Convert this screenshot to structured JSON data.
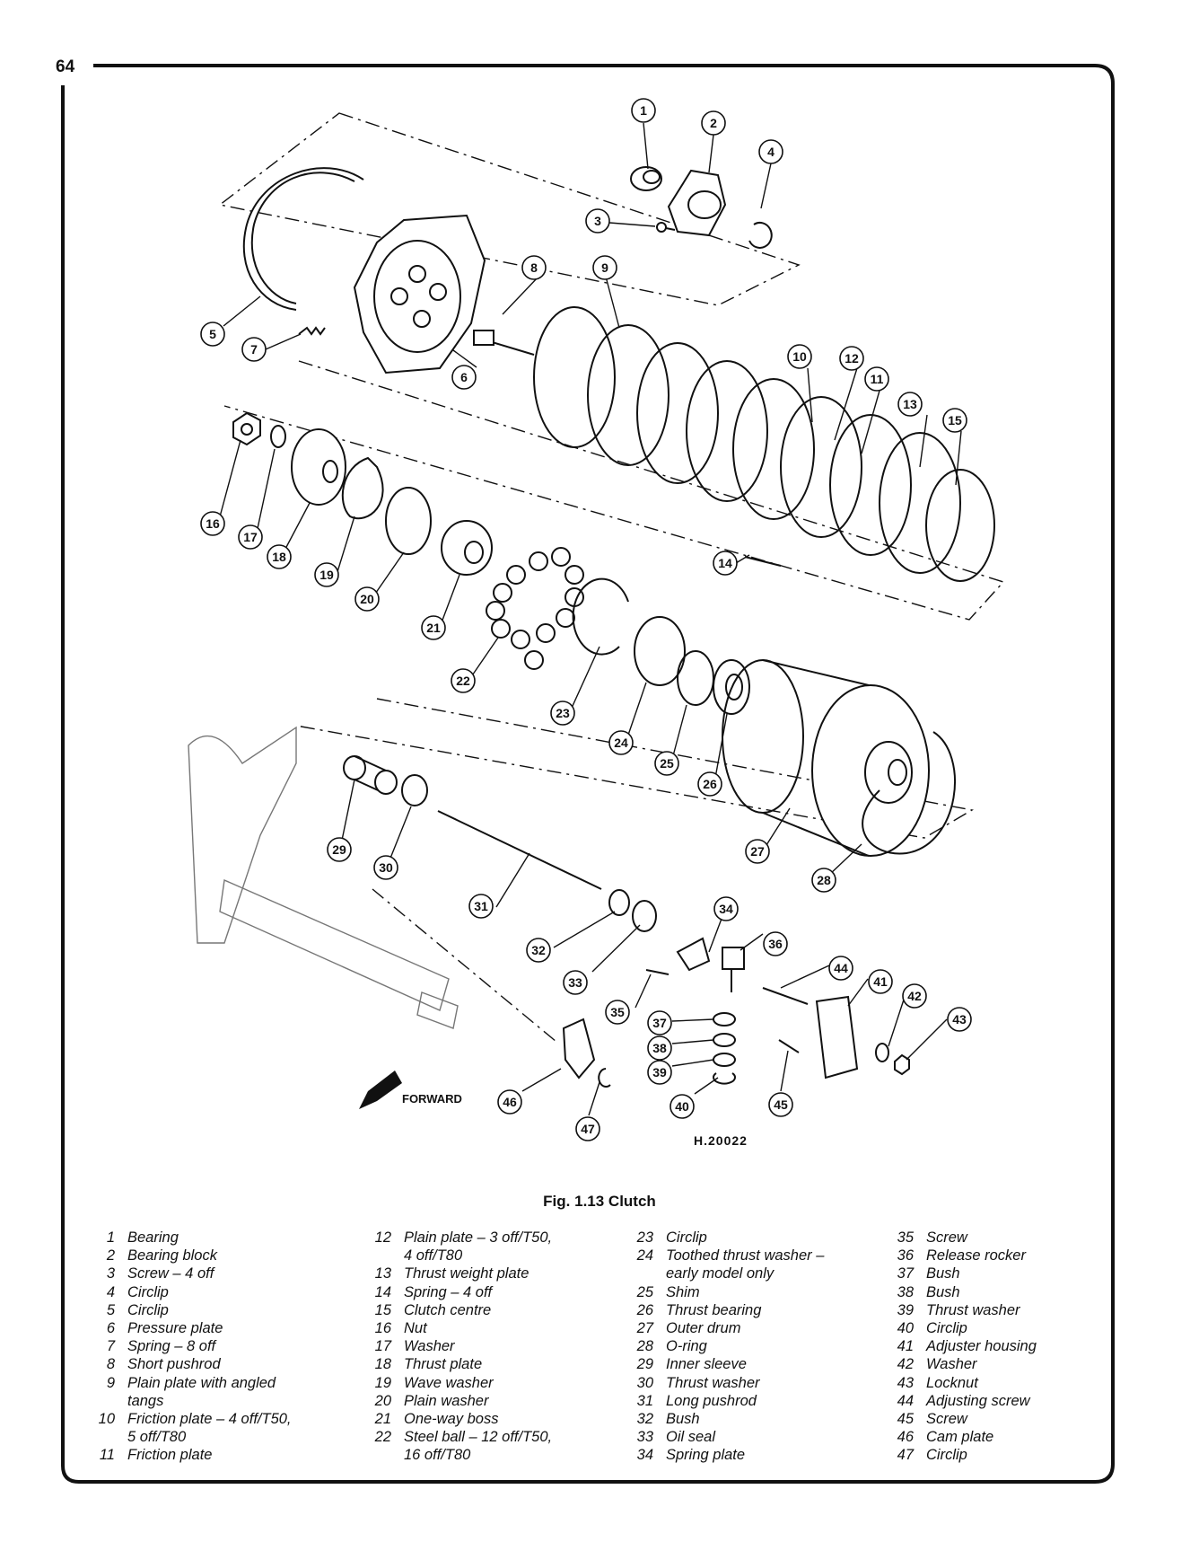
{
  "page_number": "64",
  "figure": {
    "caption": "Fig. 1.13 Clutch",
    "drawing_ref": "H.20022",
    "direction_label": "FORWARD"
  },
  "callouts": [
    "1",
    "2",
    "3",
    "4",
    "5",
    "6",
    "7",
    "8",
    "9",
    "10",
    "11",
    "12",
    "13",
    "14",
    "15",
    "16",
    "17",
    "18",
    "19",
    "20",
    "21",
    "22",
    "23",
    "24",
    "25",
    "26",
    "27",
    "28",
    "29",
    "30",
    "31",
    "32",
    "33",
    "34",
    "35",
    "36",
    "37",
    "38",
    "39",
    "40",
    "41",
    "42",
    "43",
    "44",
    "45",
    "46",
    "47"
  ],
  "legend": {
    "col1": [
      {
        "num": "1",
        "text": "Bearing"
      },
      {
        "num": "2",
        "text": "Bearing block"
      },
      {
        "num": "3",
        "text": "Screw – 4 off"
      },
      {
        "num": "4",
        "text": "Circlip"
      },
      {
        "num": "5",
        "text": "Circlip"
      },
      {
        "num": "6",
        "text": "Pressure plate"
      },
      {
        "num": "7",
        "text": "Spring – 8 off"
      },
      {
        "num": "8",
        "text": "Short pushrod"
      },
      {
        "num": "9",
        "text": "Plain plate with angled\ntangs"
      },
      {
        "num": "10",
        "text": "Friction plate – 4 off/T50,\n5 off/T80"
      },
      {
        "num": "11",
        "text": "Friction plate"
      }
    ],
    "col2": [
      {
        "num": "12",
        "text": "Plain plate – 3 off/T50,\n4 off/T80"
      },
      {
        "num": "13",
        "text": "Thrust weight plate"
      },
      {
        "num": "14",
        "text": "Spring – 4 off"
      },
      {
        "num": "15",
        "text": "Clutch centre"
      },
      {
        "num": "16",
        "text": "Nut"
      },
      {
        "num": "17",
        "text": "Washer"
      },
      {
        "num": "18",
        "text": "Thrust plate"
      },
      {
        "num": "19",
        "text": "Wave washer"
      },
      {
        "num": "20",
        "text": "Plain washer"
      },
      {
        "num": "21",
        "text": "One-way boss"
      },
      {
        "num": "22",
        "text": "Steel ball – 12 off/T50,\n16 off/T80"
      }
    ],
    "col3": [
      {
        "num": "23",
        "text": "Circlip"
      },
      {
        "num": "24",
        "text": "Toothed thrust washer –\nearly model only"
      },
      {
        "num": "25",
        "text": "Shim"
      },
      {
        "num": "26",
        "text": "Thrust bearing"
      },
      {
        "num": "27",
        "text": "Outer drum"
      },
      {
        "num": "28",
        "text": "O-ring"
      },
      {
        "num": "29",
        "text": "Inner sleeve"
      },
      {
        "num": "30",
        "text": "Thrust washer"
      },
      {
        "num": "31",
        "text": "Long pushrod"
      },
      {
        "num": "32",
        "text": "Bush"
      },
      {
        "num": "33",
        "text": "Oil seal"
      },
      {
        "num": "34",
        "text": "Spring plate"
      }
    ],
    "col4": [
      {
        "num": "35",
        "text": "Screw"
      },
      {
        "num": "36",
        "text": "Release rocker"
      },
      {
        "num": "37",
        "text": "Bush"
      },
      {
        "num": "38",
        "text": "Bush"
      },
      {
        "num": "39",
        "text": "Thrust washer"
      },
      {
        "num": "40",
        "text": "Circlip"
      },
      {
        "num": "41",
        "text": "Adjuster housing"
      },
      {
        "num": "42",
        "text": "Washer"
      },
      {
        "num": "43",
        "text": "Locknut"
      },
      {
        "num": "44",
        "text": "Adjusting screw"
      },
      {
        "num": "45",
        "text": "Screw"
      },
      {
        "num": "46",
        "text": "Cam plate"
      },
      {
        "num": "47",
        "text": "Circlip"
      }
    ]
  }
}
